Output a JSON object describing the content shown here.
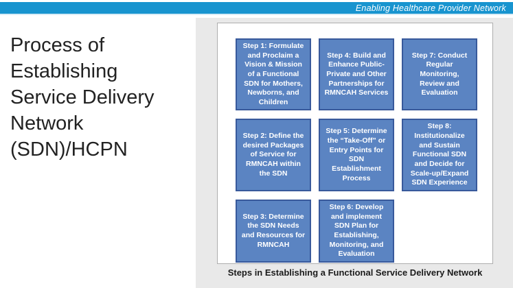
{
  "header": {
    "title": "Enabling Healthcare Provider Network"
  },
  "slide": {
    "title_lines": [
      "Process of",
      "Establishing",
      "Service Delivery",
      "Network",
      "(SDN)/HCPN"
    ],
    "caption": "Steps in Establishing a Functional Service Delivery Network"
  },
  "grid": {
    "cells": [
      {
        "id": "step-1",
        "text": "Step 1: Formulate and Proclaim a Vision & Mission of a Functional SDN for Mothers, Newborns, and Children"
      },
      {
        "id": "step-4",
        "text": "Step 4: Build and Enhance Public-Private and Other Partnerships for RMNCAH Services"
      },
      {
        "id": "step-7",
        "text": "Step 7: Conduct Regular Monitoring, Review and Evaluation"
      },
      {
        "id": "step-2",
        "text": "Step 2: Define the desired Packages of Service for RMNCAH within the SDN"
      },
      {
        "id": "step-5",
        "text": "Step 5: Determine the “Take-Off” or Entry Points for SDN Establishment Process"
      },
      {
        "id": "step-8",
        "text": "Step 8: Institutionalize and Sustain Functional SDN and Decide for Scale-up/Expand SDN Experience"
      },
      {
        "id": "step-3",
        "text": "Step 3: Determine the SDN Needs and Resources for RMNCAH"
      },
      {
        "id": "step-6",
        "text": "Step 6: Develop and implement SDN Plan for Establishing, Monitoring, and Evaluation"
      }
    ]
  },
  "colors": {
    "header_bar": "#1894CF",
    "step_fill": "#5B84C2",
    "step_border": "#38599B",
    "panel_background": "#FFFFFF",
    "right_background": "#E9E9E9",
    "title_text": "#222222"
  }
}
